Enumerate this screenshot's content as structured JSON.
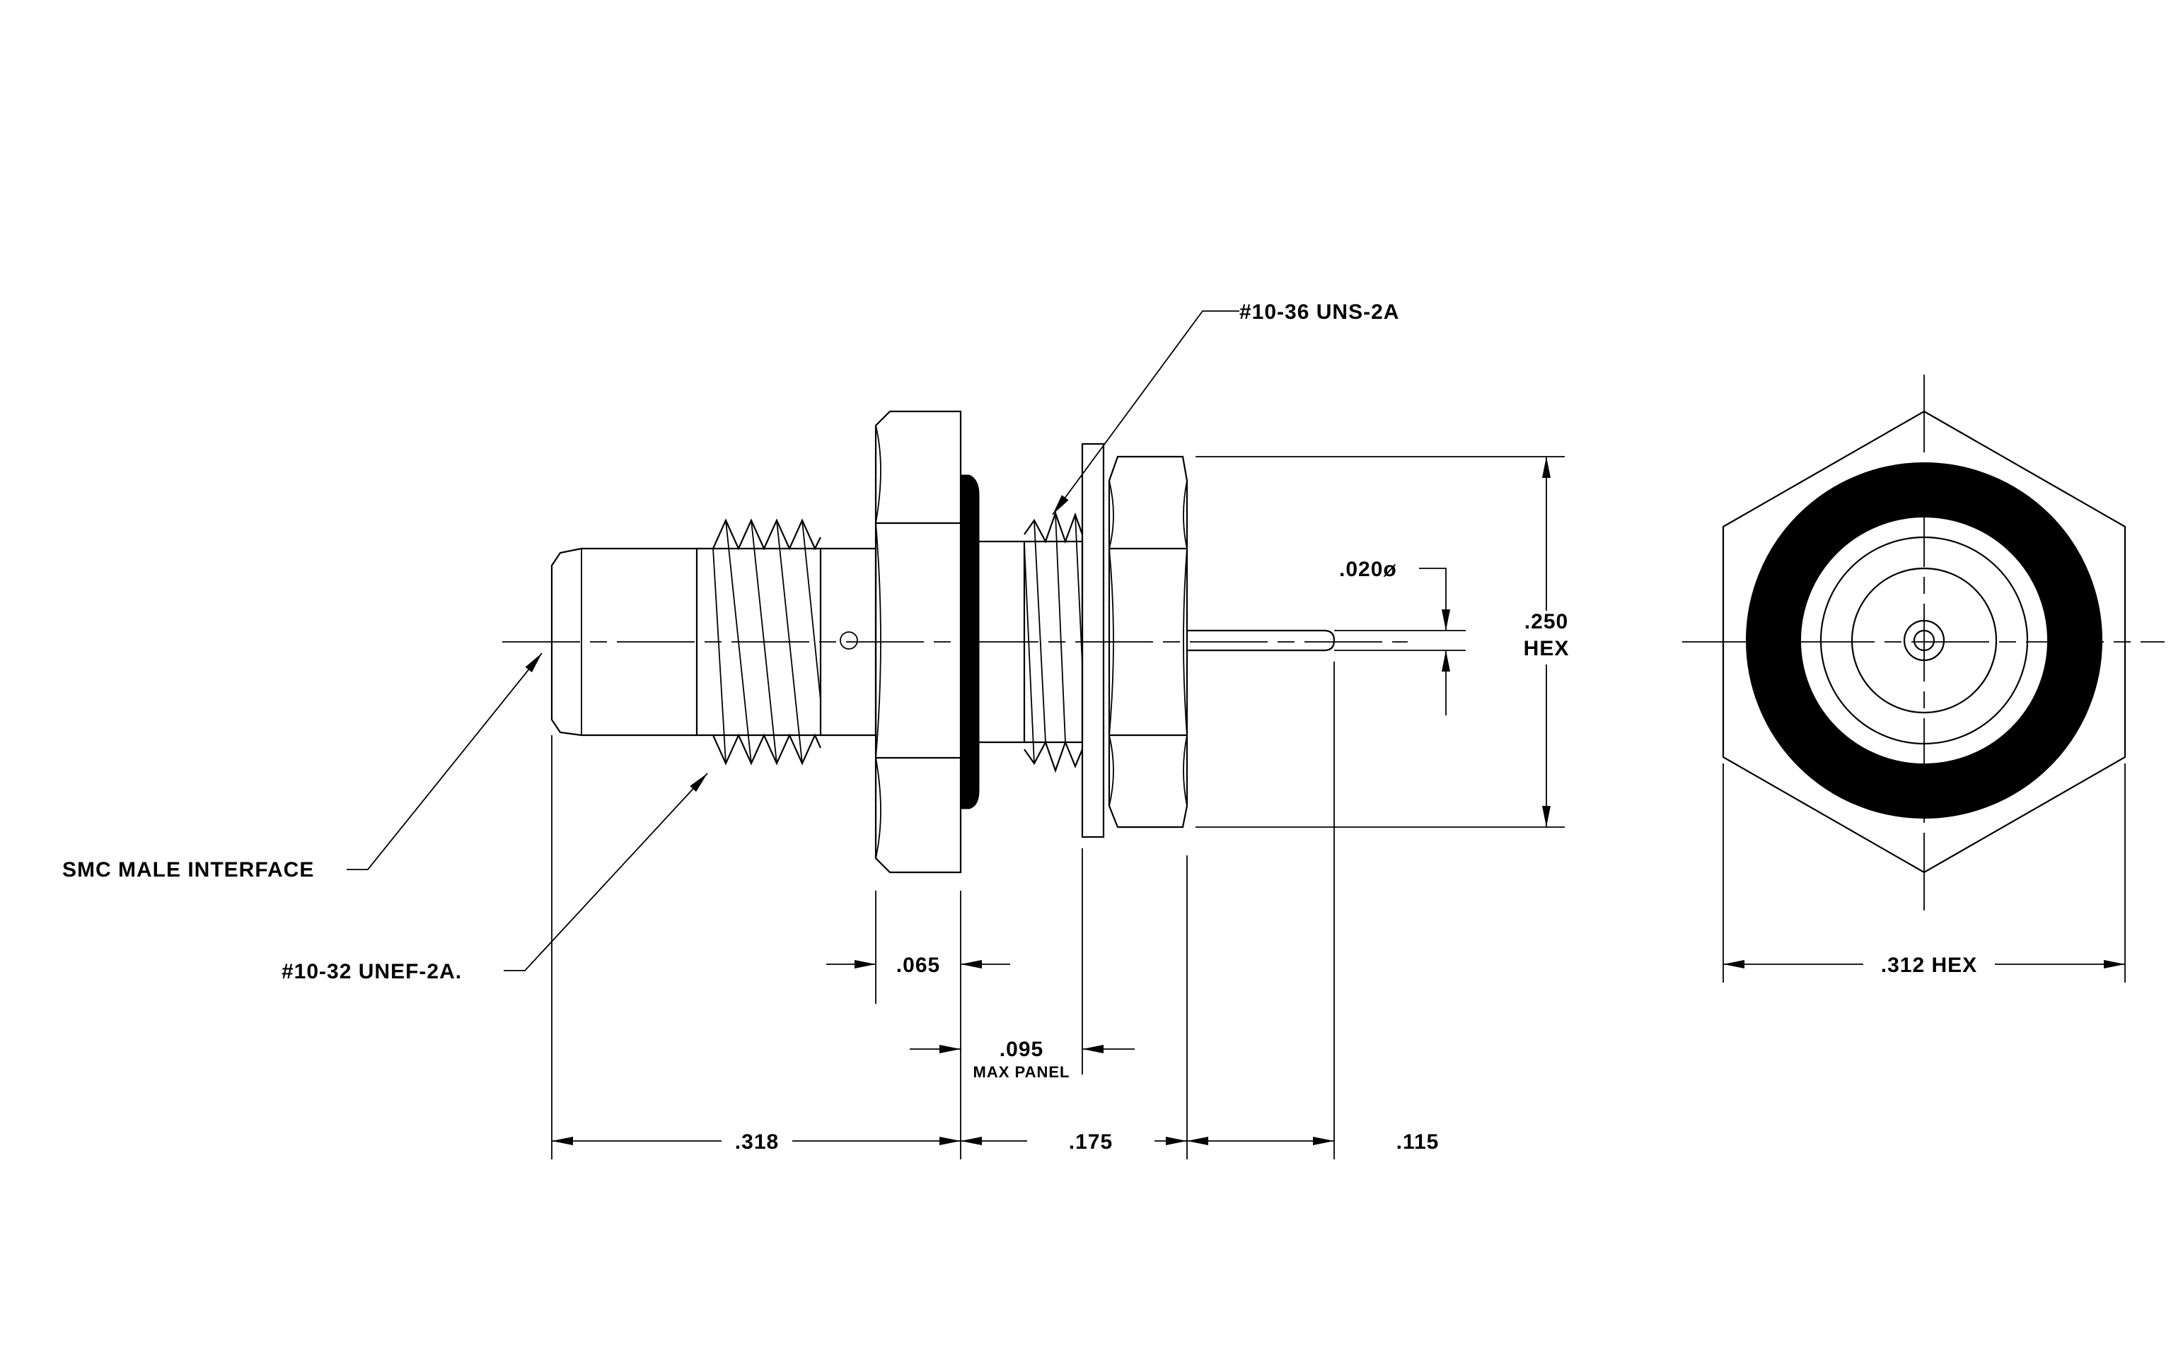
{
  "callouts": {
    "thread_panel": "#10-36 UNS-2A",
    "interface": "SMC MALE INTERFACE",
    "thread_front": "#10-32 UNEF-2A."
  },
  "dimensions": {
    "pin_diameter": ".020ø",
    "hex_across_flats": ".250",
    "hex_across_flats_unit": "HEX",
    "front_hex_thickness": ".065",
    "max_panel": ".095",
    "max_panel_caption": "MAX PANEL",
    "front_length": ".318",
    "rear_length": ".175",
    "pin_length": ".115",
    "end_view_hex": ".312 HEX"
  }
}
